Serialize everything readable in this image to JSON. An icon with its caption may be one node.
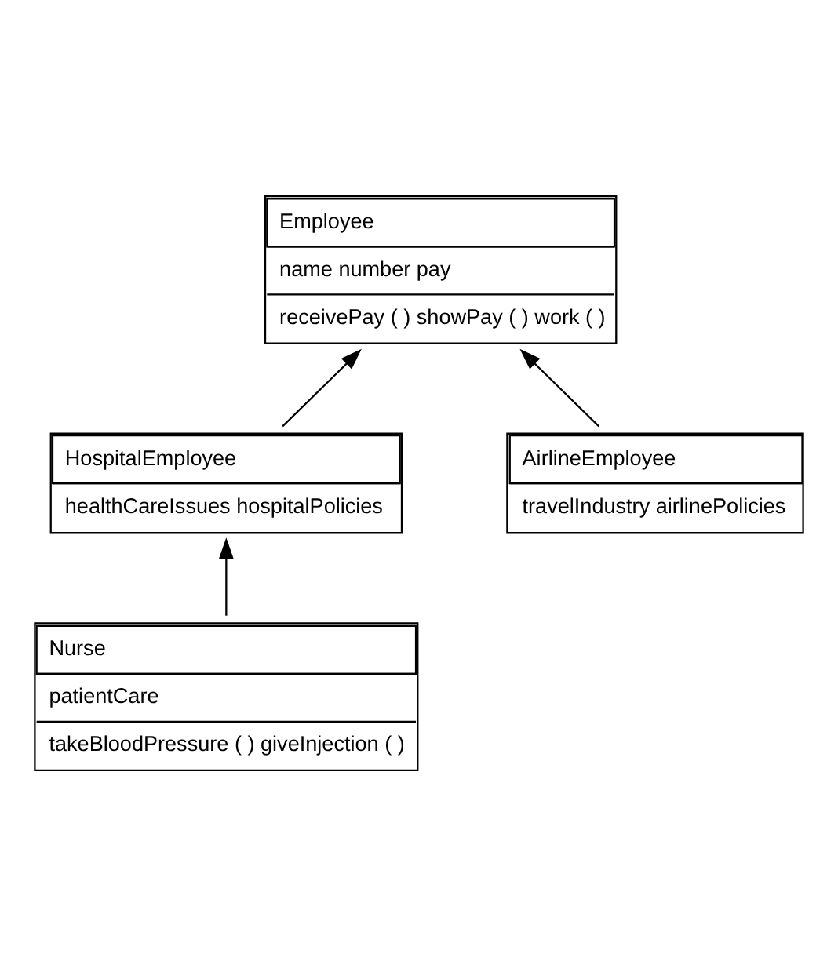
{
  "diagram": {
    "nodes": [
      {
        "text": [
          "Employee",
          "name number pay",
          "receivePay ( ) showPay ( ) work ( )"
        ]
      },
      {
        "text": [
          "HospitalEmployee",
          "healthCareIssues hospitalPolicies"
        ]
      },
      {
        "text": [
          "AirlineEmployee",
          "travelIndustry airlinePolicies"
        ]
      },
      {
        "text": [
          "Nurse",
          "patientCare",
          "takeBloodPressure ( ) giveInjection ( )"
        ]
      }
    ],
    "edges": [
      {
        "from": 1,
        "to": 0,
        "arrow": "to"
      },
      {
        "from": 2,
        "to": 0,
        "arrow": "to"
      },
      {
        "from": 3,
        "to": 1,
        "arrow": "to"
      }
    ]
  }
}
